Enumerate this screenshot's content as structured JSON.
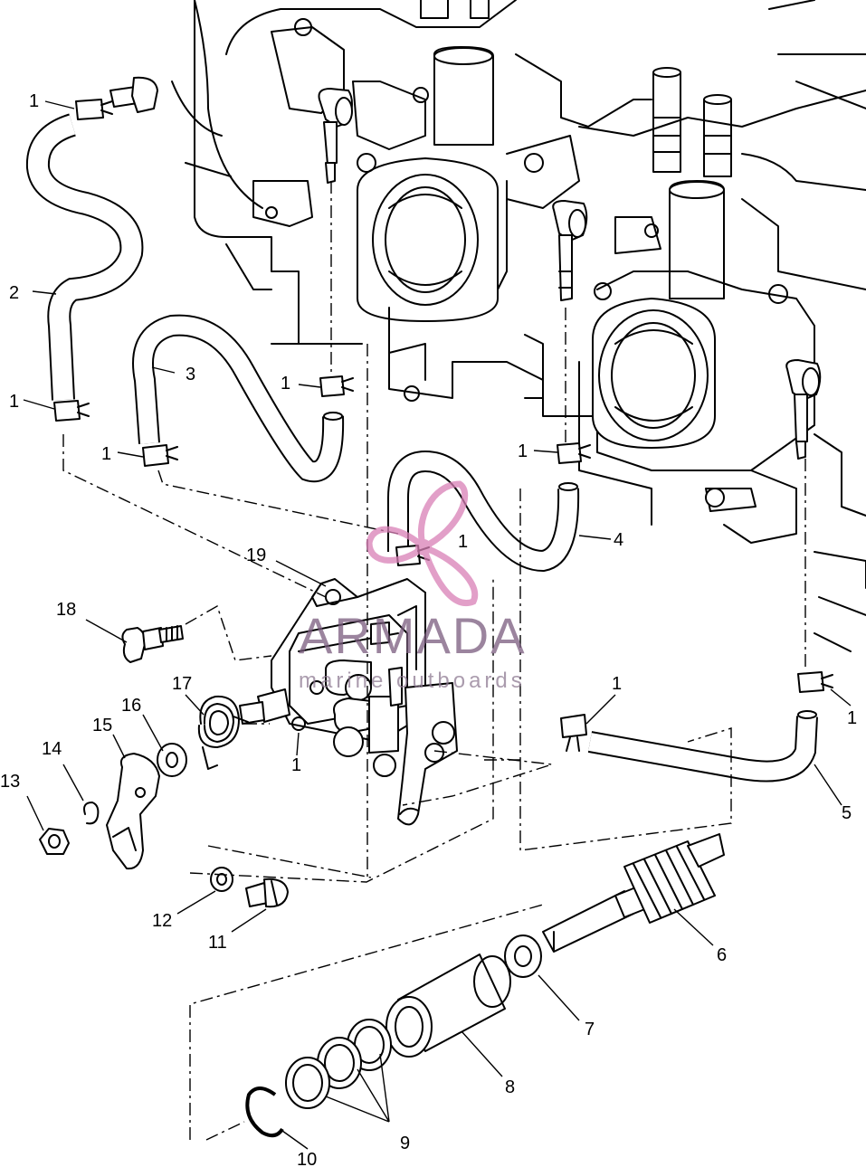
{
  "watermark": {
    "title": "ARMADA",
    "subtitle": "marine outboards",
    "color": "#d97fb6"
  },
  "callouts": [
    {
      "id": "c1a",
      "text": "1"
    },
    {
      "id": "c2",
      "text": "2"
    },
    {
      "id": "c1b",
      "text": "1"
    },
    {
      "id": "c3",
      "text": "3"
    },
    {
      "id": "c1c",
      "text": "1"
    },
    {
      "id": "c1d",
      "text": "1"
    },
    {
      "id": "c1e",
      "text": "1"
    },
    {
      "id": "c4",
      "text": "4"
    },
    {
      "id": "c1f",
      "text": "1"
    },
    {
      "id": "c19",
      "text": "19"
    },
    {
      "id": "c18",
      "text": "18"
    },
    {
      "id": "c17",
      "text": "17"
    },
    {
      "id": "c16",
      "text": "16"
    },
    {
      "id": "c15",
      "text": "15"
    },
    {
      "id": "c14",
      "text": "14"
    },
    {
      "id": "c13",
      "text": "13"
    },
    {
      "id": "c1g",
      "text": "1"
    },
    {
      "id": "c1h",
      "text": "1"
    },
    {
      "id": "c1i",
      "text": "1"
    },
    {
      "id": "c5",
      "text": "5"
    },
    {
      "id": "c6",
      "text": "6"
    },
    {
      "id": "c12",
      "text": "12"
    },
    {
      "id": "c11",
      "text": "11"
    },
    {
      "id": "c7",
      "text": "7"
    },
    {
      "id": "c8",
      "text": "8"
    },
    {
      "id": "c9",
      "text": "9"
    },
    {
      "id": "c10",
      "text": "10"
    }
  ]
}
